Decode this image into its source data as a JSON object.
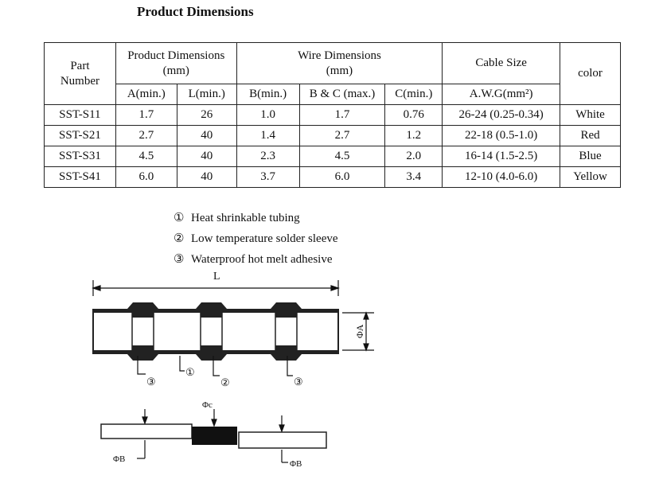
{
  "title": "Product Dimensions",
  "table": {
    "header": {
      "part_number": "Part\nNumber",
      "product_dimensions": "Product Dimensions\n(mm)",
      "wire_dimensions": "Wire Dimensions\n(mm)",
      "cable_size": "Cable Size",
      "color": "color"
    },
    "subheaders": [
      "A(min.)",
      "L(min.)",
      "B(min.)",
      "B & C (max.)",
      "C(min.)",
      "A.W.G(mm²)"
    ],
    "rows": [
      {
        "part": "SST-S11",
        "a": "1.7",
        "l": "26",
        "b": "1.0",
        "bc": "1.7",
        "c": "0.76",
        "awg": "26-24 (0.25-0.34)",
        "color": "White"
      },
      {
        "part": "SST-S21",
        "a": "2.7",
        "l": "40",
        "b": "1.4",
        "bc": "2.7",
        "c": "1.2",
        "awg": "22-18 (0.5-1.0)",
        "color": "Red"
      },
      {
        "part": "SST-S31",
        "a": "4.5",
        "l": "40",
        "b": "2.3",
        "bc": "4.5",
        "c": "2.0",
        "awg": "16-14 (1.5-2.5)",
        "color": "Blue"
      },
      {
        "part": "SST-S41",
        "a": "6.0",
        "l": "40",
        "b": "3.7",
        "bc": "6.0",
        "c": "3.4",
        "awg": "12-10 (4.0-6.0)",
        "color": "Yellow"
      }
    ]
  },
  "legend": [
    {
      "num": "①",
      "text": "Heat shrinkable tubing"
    },
    {
      "num": "②",
      "text": "Low temperature solder sleeve"
    },
    {
      "num": "③",
      "text": "Waterproof hot melt adhesive"
    }
  ],
  "diagram": {
    "length_label": "L",
    "diameter_a_label": "ΦA",
    "callout_1": "①",
    "callout_2": "②",
    "callout_3a": "③",
    "callout_3b": "③",
    "diameter_c_label": "Φc",
    "diameter_b_left_label": "ΦB",
    "diameter_b_right_label": "ΦB"
  }
}
